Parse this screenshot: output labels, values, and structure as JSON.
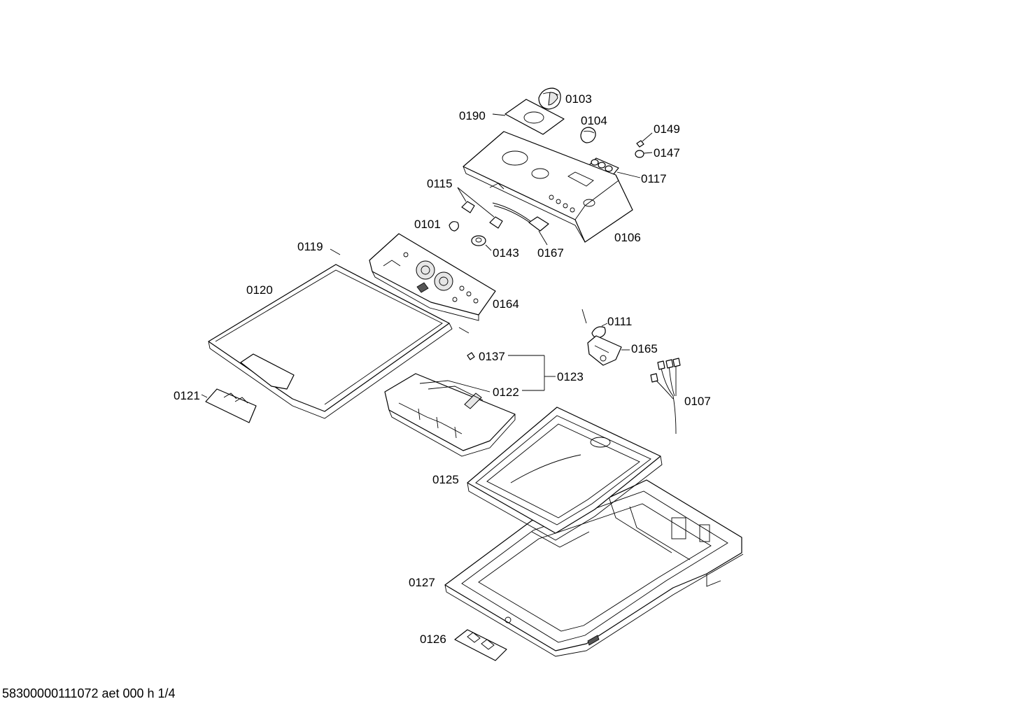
{
  "labels": {
    "p0103": "0103",
    "p0190": "0190",
    "p0104": "0104",
    "p0149": "0149",
    "p0147": "0147",
    "p0117": "0117",
    "p0115": "0115",
    "p0101": "0101",
    "p0143": "0143",
    "p0167": "0167",
    "p0106": "0106",
    "p0119": "0119",
    "p0120": "0120",
    "p0164": "0164",
    "p0111": "0111",
    "p0165": "0165",
    "p0137": "0137",
    "p0123": "0123",
    "p0122": "0122",
    "p0121": "0121",
    "p0107": "0107",
    "p0125": "0125",
    "p0127": "0127",
    "p0126": "0126"
  },
  "footer": "58300000111072 aet 000 h 1/4"
}
